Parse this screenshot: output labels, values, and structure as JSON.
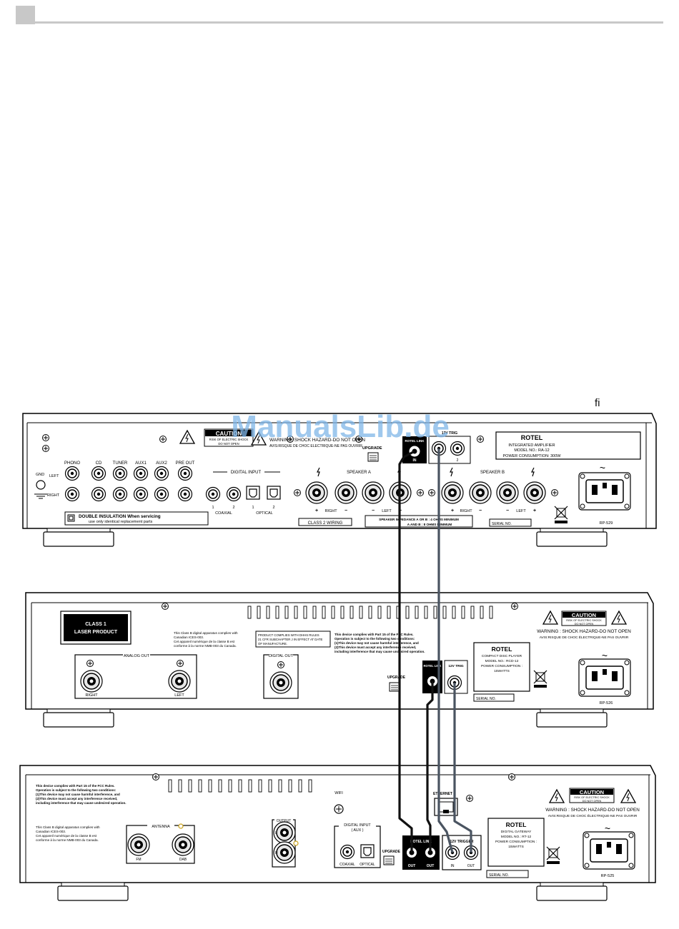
{
  "watermark": "ManualsLib.de",
  "fig_mark": "ﬁ",
  "amplifier": {
    "model_code": "RP-529",
    "brand": "ROTEL",
    "label_lines": [
      "INTEGRATED AMPLIFIER",
      "MODEL NO.: RA-12",
      "POWER CONSUMPTION: 300W"
    ],
    "caution": "CAUTION",
    "caution_sub": [
      "RISK OF ELECTRIC SHOCK",
      "DO NOT OPEN"
    ],
    "warning": "WARNING: SHOCK HAZARD-DO NOT OPEN",
    "avis": "AVIS:RISQUE DE CHOC ELECTRIQUE-NE PAS OUVRIR",
    "inputs": [
      "PHONO",
      "CD",
      "TUNER",
      "AUX1",
      "AUX2",
      "PRE OUT"
    ],
    "gnd": "GND",
    "left": "LEFT",
    "right": "RIGHT",
    "digital_input": "DIGITAL INPUT",
    "coaxial": "COAXIAL",
    "optical": "OPTICAL",
    "num1": "1",
    "num2": "2",
    "upgrade": "UPGRADE",
    "rotel_link": "ROTEL LINK",
    "in": "IN",
    "trigger": "12V TRIG",
    "speaker_a": "SPEAKER A",
    "speaker_b": "SPEAKER B",
    "plus": "+",
    "minus": "−",
    "right_sp": "RIGHT",
    "left_sp": "LEFT",
    "class2": "CLASS 2 WIRING",
    "impedance": [
      "SPEAKER IMPEDANCE  A  OR  B : 4 OHMS MINIMUM",
      "A AND B : 8 OHMS MINIMUM"
    ],
    "double_insulation": [
      "DOUBLE INSULATION  When servicing",
      "use only identical replacement parts"
    ],
    "serial": "SERIAL NO."
  },
  "cd_player": {
    "model_code": "RP-526",
    "brand": "ROTEL",
    "label_lines": [
      "COMPACT DISC PLAYER",
      "MODEL NO.: RCD-12",
      "POWER CONSUMPTION :",
      "15WATTS"
    ],
    "laser": [
      "CLASS 1",
      "LASER PRODUCT"
    ],
    "canada": [
      "This Class B digital apparatus complies with",
      "Canadian ICES-003.",
      "Cet appareil numérique de la classe B est",
      "conforme à la norme NMB-003 du Canada."
    ],
    "dhhs": [
      "PRODUCT COMPLIES WITH DHHS RULES",
      "21 CFR SUBCHAPTER J IN EFFECT AT DATE",
      "OF MANUFACTURE."
    ],
    "fcc": [
      "This device complies with Part 15 of the FCC Rules.",
      "Operation is subject to the following two conditions:",
      "(1)This device may not cause harmful interference, and",
      "(2)This device must accept any interference received,",
      "including interference that may cause undesired operation."
    ],
    "analog_out": "ANALOG OUT",
    "digital_out": "DIGITAL OUT",
    "right": "RIGHT",
    "left": "LEFT",
    "upgrade": "UPGRADE",
    "rotel_link": "ROTEL LINK",
    "trigger": "12V TRIG",
    "caution": "CAUTION",
    "caution_sub": [
      "RISK OF ELECTRIC SHOCK",
      "DO NOT OPEN"
    ],
    "warning": "WARNING : SHOCK HAZARD-DO NOT OPEN",
    "avis": "AVIS:RISQUE DE CHOC ÉLECTRIQUE-NE PAS OUVRIR",
    "serial": "SERIAL NO."
  },
  "gateway": {
    "model_code": "RP-525",
    "brand": "ROTEL",
    "label_lines": [
      "DIGITAL GATEWAY",
      "MODEL NO.: RT-12",
      "POWER CONSUMPTION :",
      "15WATTS"
    ],
    "fcc": [
      "This device complies with Part 15 of the FCC Rules.",
      "Operation is subject to the following two conditions:",
      "(1)This device may not cause harmful interference, and",
      "(2)This device must accept any interference received,",
      "including interference that may cause undesired operation."
    ],
    "canada": [
      "This Class B digital apparatus complies with",
      "Canadian ICES-003.",
      "Cet appareil numérique de la classe B est",
      "conforme à la norme NMB-003 du Canada."
    ],
    "antenna": "ANTENNA",
    "fm": "FM",
    "dab": "DAB",
    "output": "OUTPUT",
    "l": "L",
    "r": "R",
    "wifi": "WIFI",
    "digital_input": [
      "DIGITAL INPUT",
      "( AUX )"
    ],
    "coaxial": "COAXIAL",
    "optical": "OPTICAL",
    "upgrade": "UPGRADE",
    "ethernet": "ETHERNET",
    "rotel_link": "ROTEL LINK",
    "trigger": "12V TRIGGER",
    "out": "OUT",
    "in": "IN",
    "caution": "CAUTION",
    "caution_sub": [
      "RISK OF ELECTRIC SHOCK",
      "DO NOT OPEN"
    ],
    "warning": "WARNING : SHOCK HAZARD-DO NOT OPEN",
    "avis": "AVIS:RISQUE DE CHOC ÉLECTRIQUE-NE PAS OUVRIR",
    "serial": "SERIAL NO."
  },
  "colors": {
    "link_cable": "#111111",
    "trigger_cable": "#4a5461",
    "header_bar": "#c8c8c8",
    "watermark": "#7fb6e8"
  }
}
